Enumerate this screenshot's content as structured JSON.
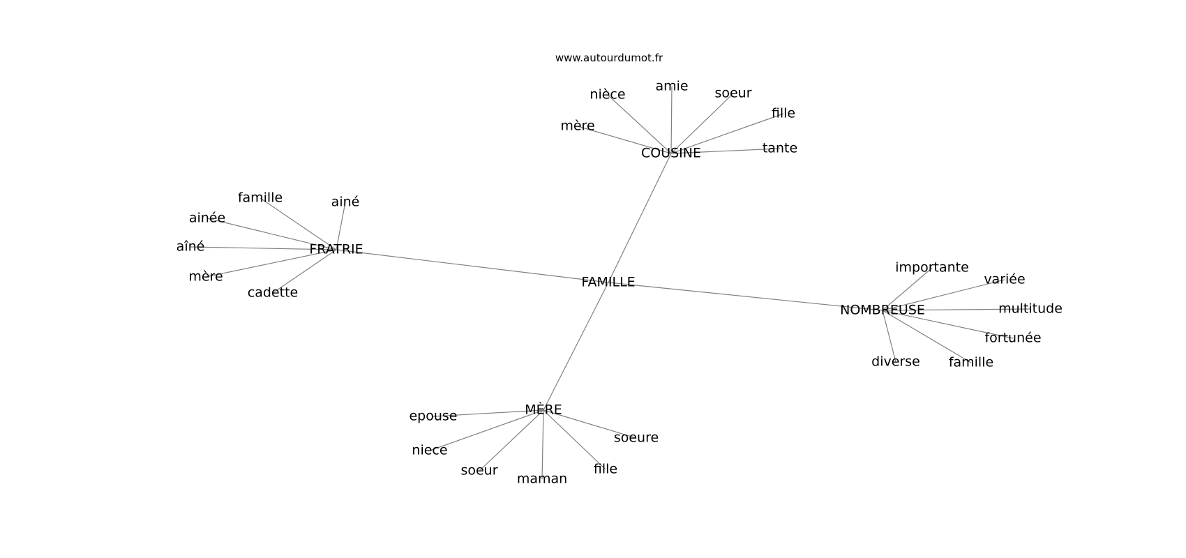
{
  "header": {
    "site": "www.autourdumot.fr"
  },
  "graph": {
    "center": "FAMILLE",
    "clusters": [
      {
        "hub": "COUSINE",
        "words": [
          "nièce",
          "amie",
          "soeur",
          "fille",
          "mère",
          "tante"
        ]
      },
      {
        "hub": "FRATRIE",
        "words": [
          "famille",
          "ainé",
          "ainée",
          "aîné",
          "mère",
          "cadette"
        ]
      },
      {
        "hub": "NOMBREUSE",
        "words": [
          "importante",
          "variée",
          "multitude",
          "fortunée",
          "diverse",
          "famille"
        ]
      },
      {
        "hub": "MÈRE",
        "words": [
          "epouse",
          "niece",
          "soeur",
          "maman",
          "fille",
          "soeure"
        ]
      }
    ]
  },
  "colors": {
    "edge": "#808080",
    "text": "#000000",
    "background": "#ffffff"
  }
}
